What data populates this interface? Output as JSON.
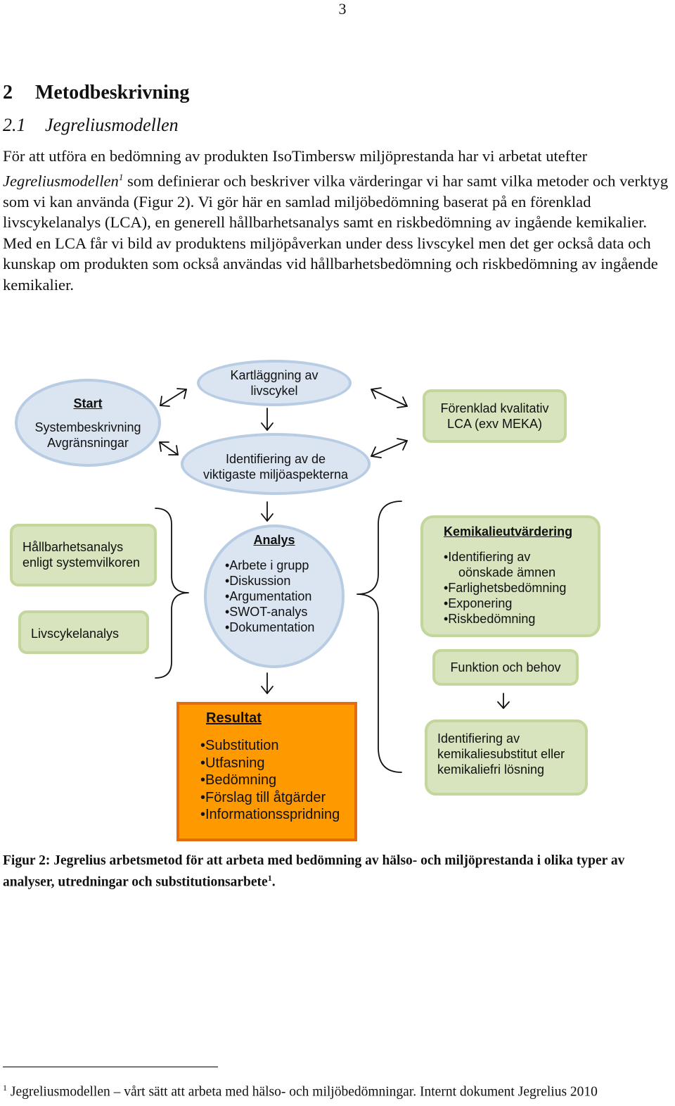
{
  "page_number": "3",
  "section": {
    "number": "2",
    "title": "Metodbeskrivning"
  },
  "subsection": {
    "number": "2.1",
    "title": "Jegreliusmodellen"
  },
  "paragraph": {
    "part1": "För att utföra en bedömning av produkten IsoTimbersw miljöprestanda har vi arbetat utefter ",
    "italic_term": "Jegreliusmodellen",
    "footnote_ref": "1",
    "part2": " som definierar och beskriver vilka värderingar vi har samt vilka metoder och verktyg som vi kan använda (Figur 2). Vi gör här en samlad miljöbedömning baserat på en förenklad livscykelanalys (LCA), en generell hållbarhetsanalys samt en riskbedömning av ingående kemikalier. Med en LCA får vi bild av produktens miljöpåverkan under dess livscykel men det ger också data och kunskap om produkten som också användas vid hållbarhetsbedömning och riskbedömning av ingående kemikalier."
  },
  "diagram": {
    "start": {
      "title": "Start",
      "line1": "Systembeskrivning",
      "line2": "Avgränsningar"
    },
    "kartlaggning": {
      "line1": "Kartläggning av",
      "line2": "livscykel"
    },
    "identifiering": {
      "line1": "Identifiering av  de",
      "line2": "viktigaste  miljöaspekterna"
    },
    "forenklad": {
      "line1": "Förenklad kvalitativ",
      "line2": "LCA (exv MEKA)"
    },
    "hallbarhet": {
      "line1": "Hållbarhetsanalys",
      "line2": "enligt systemvilkoren"
    },
    "livscykelanalys": "Livscykelanalys",
    "analys": {
      "title": "Analys",
      "items": [
        "•Arbete i grupp",
        "•Diskussion",
        "•Argumentation",
        "•SWOT-analys",
        "•Dokumentation"
      ]
    },
    "kemikalie": {
      "title": "Kemikalieutvärdering",
      "items": [
        "•Identifiering av",
        "oönskade ämnen",
        "•Farlighetsbedömning",
        "•Exponering",
        "•Riskbedömning"
      ]
    },
    "funktion": "Funktion och behov",
    "substitut": {
      "line1": "Identifiering av",
      "line2": "kemikaliesubstitut eller",
      "line3": "kemikaliefri lösning"
    },
    "resultat": {
      "title": "Resultat",
      "items": [
        "•Substitution",
        "•Utfasning",
        "•Bedömning",
        "•Förslag till åtgärder",
        "•Informationsspridning"
      ]
    },
    "colors": {
      "oval_fill": "#dbe5f1",
      "oval_border": "#b8cce4",
      "green_fill": "#d7e4bd",
      "green_border": "#c3d69b",
      "result_fill": "#ff9900",
      "result_border": "#e46c0a"
    }
  },
  "caption": {
    "text": "Figur 2: Jegrelius arbetsmetod för att arbeta med bedömning av hälso- och miljöprestanda i olika typer av analyser, utredningar och substitutionsarbete",
    "ref": "1",
    "end": "."
  },
  "footnote": {
    "number": "1",
    "text": " Jegreliusmodellen – vårt sätt att arbeta med hälso- och miljöbedömningar. Internt dokument Jegrelius 2010"
  }
}
